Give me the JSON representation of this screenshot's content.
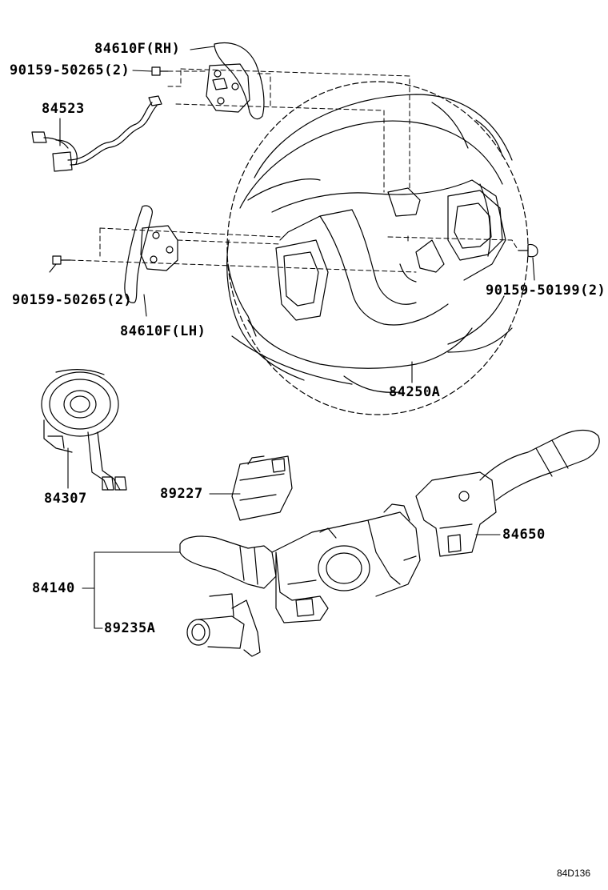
{
  "parts": [
    {
      "id": "p1",
      "label": "84610F(RH)"
    },
    {
      "id": "p2",
      "label": "90159-50265(2)"
    },
    {
      "id": "p3",
      "label": "84523"
    },
    {
      "id": "p4",
      "label": "90159-50265(2)"
    },
    {
      "id": "p5",
      "label": "84610F(LH)"
    },
    {
      "id": "p6",
      "label": "90159-50199(2)"
    },
    {
      "id": "p7",
      "label": "84250A"
    },
    {
      "id": "p8",
      "label": "84307"
    },
    {
      "id": "p9",
      "label": "89227"
    },
    {
      "id": "p10",
      "label": "84650"
    },
    {
      "id": "p11",
      "label": "84140"
    },
    {
      "id": "p12",
      "label": "89235A"
    }
  ],
  "diagram_code": "84D136",
  "colors": {
    "line": "#000000",
    "background": "#ffffff"
  }
}
